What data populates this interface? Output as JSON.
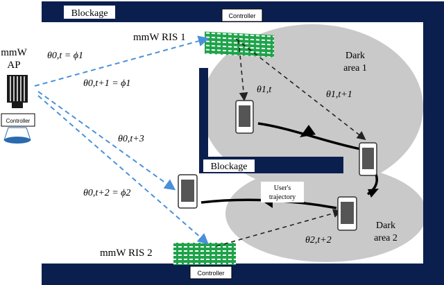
{
  "labels": {
    "blockage_top": "Blockage",
    "blockage_middle": "Blockage",
    "ris1": "mmW RIS 1",
    "ris2": "mmW RIS 2",
    "ap_line1": "mmW",
    "ap_line2": "AP",
    "controller_ris1": "Controller",
    "controller_ris2": "Controller",
    "controller_ap": "Controller",
    "dark_area1_line1": "Dark",
    "dark_area1_line2": "area 1",
    "dark_area2_line1": "Dark",
    "dark_area2_line2": "area 2",
    "trajectory_line1": "User's",
    "trajectory_line2": "trajectory"
  },
  "angles": {
    "theta_0t": "θ0,t = ϕ1",
    "theta_0t1": "θ0,t+1 = ϕ1",
    "theta_0t3": "θ0,t+3",
    "theta_0t2": "θ0,t+2 = ϕ2",
    "theta_1t": "θ1,t",
    "theta_1t1": "θ1,t+1",
    "theta_2t2": "θ2,t+2"
  },
  "colors": {
    "wall": "#0b1f4f",
    "ris": "#1fa34a",
    "ap_beam": "#4a90d9",
    "ris_beam": "#222222",
    "dark_area": "#c9c9c9",
    "trajectory": "#000000"
  }
}
